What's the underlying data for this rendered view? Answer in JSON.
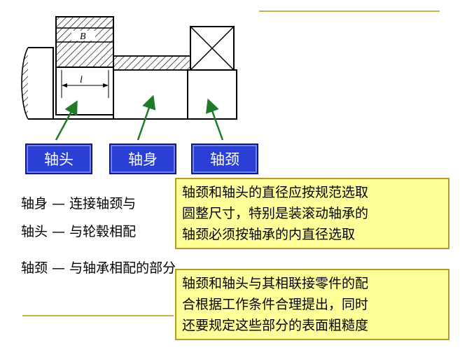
{
  "diagram": {
    "dimension_B": "B",
    "dimension_l": "l"
  },
  "labels": {
    "head": "轴头",
    "body": "轴身",
    "journal": "轴颈"
  },
  "definitions": [
    "轴身 — 连接轴颈与",
    "轴头 — 与轮毂相配",
    "轴颈 — 与轴承相配的部分"
  ],
  "notes": [
    {
      "lines": [
        "轴颈和轴头的直径应按规范选取",
        "圆整尺寸，特别是装滚动轴承的",
        "轴颈必须按轴承的内直径选取"
      ]
    },
    {
      "lines": [
        "轴颈和轴头与其相联接零件的配",
        "合根据工作条件合理提出，同时",
        "还要规定这些部分的表面粗糙度"
      ]
    }
  ],
  "colors": {
    "label_fill": "#2a3fd6",
    "note_fill": "#ffff9a",
    "arrow": "#1f7a2a",
    "deco_line": "#c8b04a"
  }
}
